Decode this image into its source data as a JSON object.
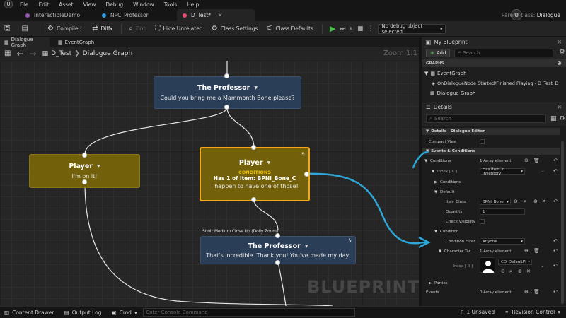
{
  "menubar": {
    "items": [
      "File",
      "Edit",
      "Asset",
      "View",
      "Debug",
      "Window",
      "Tools",
      "Help"
    ]
  },
  "tabs": [
    {
      "label": "InteractibleDemo",
      "dot": "#9b59b6"
    },
    {
      "label": "NPC_Professor",
      "dot": "#3498db"
    },
    {
      "label": "D_Test*",
      "dot": "#e74c6f"
    }
  ],
  "parent_class": {
    "label": "Parent class:",
    "value": "Dialogue"
  },
  "toolbar": {
    "compile": "Compile",
    "diff": "Diff",
    "find": "Find",
    "hide_unrelated": "Hide Unrelated",
    "class_settings": "Class Settings",
    "class_defaults": "Class Defaults",
    "debug_object": "No debug object selected"
  },
  "graph_tabs": [
    "Dialogue Graph",
    "EventGraph"
  ],
  "breadcrumb": {
    "root": "D_Test",
    "current": "Dialogue Graph"
  },
  "zoom": "Zoom 1:1",
  "nodes": {
    "professor1": {
      "title": "The Professor",
      "text": "Could you bring me a Mammonth Bone please?"
    },
    "player_left": {
      "title": "Player",
      "text": "I'm on it!"
    },
    "player_sel": {
      "title": "Player",
      "cond_label": "CONDITIONS",
      "cond_text": "Has 1 of item: BPNI_Bone_C",
      "text": "I happen to have one of those!"
    },
    "professor2": {
      "shot": "Shot: Medium Close Up (Dolly Zoom)",
      "title": "The Professor",
      "text": "That's incredible. Thank you! You've made my day."
    }
  },
  "watermark": "BLUEPRINT",
  "my_blueprint": {
    "tab": "My Blueprint",
    "add": "Add",
    "search_placeholder": "Search",
    "graphs_header": "GRAPHS",
    "event_graph": "EventGraph",
    "event_item": "OnDialogueNode Started/Finished Playing - D_Test_D",
    "dialogue_graph": "Dialogue Graph"
  },
  "details": {
    "tab": "Details",
    "search_placeholder": "Search",
    "cat_dialogue_editor": "Details - Dialogue Editor",
    "compact_view": "Compact View",
    "cat_events": "Events & Conditions",
    "conditions": "Conditions",
    "conditions_count": "1 Array element",
    "index0": "Index [ 0 ]",
    "index0_value": "Has Item In Inventory",
    "sub_conditions": "Conditions",
    "default": "Default",
    "item_class": "Item Class",
    "item_class_value": "BPNI_Bone",
    "quantity": "Quantity",
    "quantity_value": "1",
    "check_visibility": "Check Visibility",
    "condition": "Condition",
    "condition_filter": "Condition Filter",
    "condition_filter_value": "Anyone",
    "character_target": "Character Tar...",
    "character_target_count": "1 Array element",
    "char_index0": "Index [ 0 ]",
    "char_index0_value": "CD_DefaultPl",
    "parties": "Parties",
    "events": "Events",
    "events_count": "0 Array element"
  },
  "statusbar": {
    "content_drawer": "Content Drawer",
    "output_log": "Output Log",
    "cmd": "Cmd",
    "console_placeholder": "Enter Console Command",
    "unsaved": "1 Unsaved",
    "revision": "Revision Control"
  },
  "colors": {
    "accent_arrow": "#2ea7d8",
    "selected_border": "#f0a81c",
    "conditions_text": "#f2c000"
  }
}
